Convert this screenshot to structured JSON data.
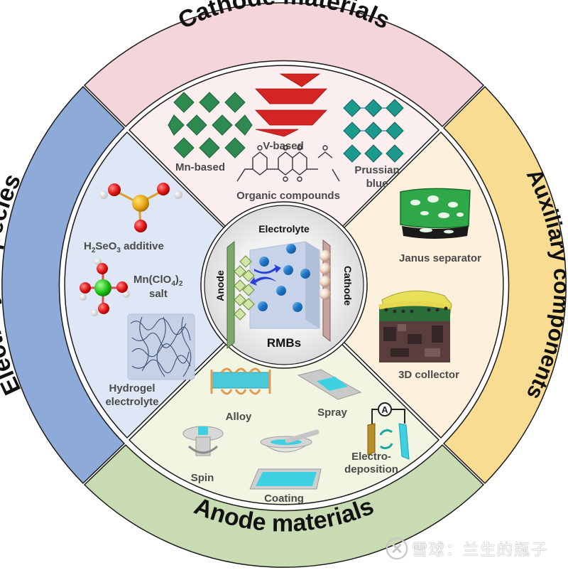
{
  "figure": {
    "center_core": {
      "title": "RMBs",
      "electrolyte_label": "Electrolyte",
      "anode_label": "Anode",
      "cathode_label": "Cathode"
    },
    "sections": {
      "cathode": {
        "band_label": "Cathode materials",
        "band_color": "#f4d6da",
        "inner_color": "#fbeeee",
        "items": [
          "Mn-based",
          "V-based",
          "Prussian",
          "blue",
          "Organic compounds"
        ]
      },
      "auxiliary": {
        "band_label": "Auxiliary components",
        "band_color": "#f8dc92",
        "inner_color": "#fdf0dc",
        "items": [
          "Janus separator",
          "3D collector"
        ]
      },
      "anode": {
        "band_label": "Anode materials",
        "band_color": "#c8dbb2",
        "inner_color": "#f3f5e3",
        "items": [
          "Alloy",
          "Spray",
          "Spin",
          "Coating",
          "Electro-",
          "deposition"
        ]
      },
      "electrolyte": {
        "band_label": "Electrolyte species",
        "band_color": "#8eaad8",
        "inner_color": "#dfe7f6",
        "items": {
          "additive_formula_h": "H",
          "additive_sub_2": "2",
          "additive_formula_seo": "SeO",
          "additive_sub_3": "3",
          "additive_rest": " additive",
          "salt_formula": "Mn(ClO",
          "salt_sub_4": "4",
          "salt_close": ")",
          "salt_sub_2": "2",
          "salt_word": "salt",
          "hydrogel_1": "Hydrogel",
          "hydrogel_2": "electrolyte"
        }
      }
    },
    "electrodeposition_meter": "A"
  },
  "watermark": {
    "text": "雪球：兰生的瓶子",
    "icon": "snowball-logo-icon"
  }
}
